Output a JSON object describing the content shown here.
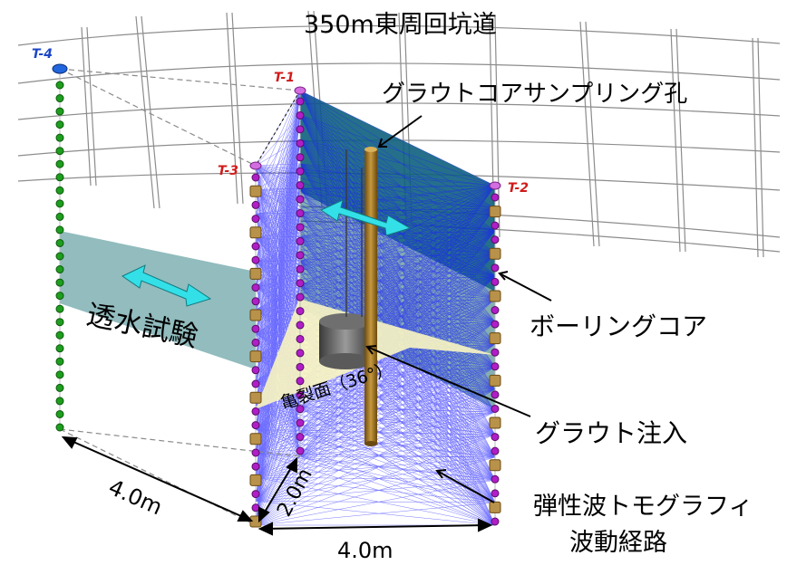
{
  "title": "350m東周回坑道",
  "labels": {
    "grout_core_hole": "グラウトコアサンプリング孔",
    "boring_core": "ボーリングコア",
    "permeability_test": "透水試験",
    "fracture_plane": "亀裂面（36°）",
    "grout_injection": "グラウト注入",
    "tomography_line1": "弾性波トモグラフィ",
    "tomography_line2": "波動経路"
  },
  "boreholes": {
    "t1": "T-1",
    "t2": "T-2",
    "t3": "T-3",
    "t4": "T-4"
  },
  "dimensions": {
    "left_span": "4.0m",
    "depth_span": "2.0m",
    "bottom_span": "4.0m"
  },
  "colors": {
    "tunnel_lines": "#8c8c8c",
    "ray_paths": "#1a1aff",
    "upper_plane": "#0d5f7e",
    "lower_plane": "#1f6c73",
    "left_plane": "#7fb0b3",
    "fracture_plane": "#f6f3c2",
    "sensor_green": "#1e9e1e",
    "sensor_purple": "#b01ec8",
    "borehole_label": "#d11a1a",
    "t4_label": "#1c46c8",
    "arrow_cyan": "#33e0e8"
  }
}
